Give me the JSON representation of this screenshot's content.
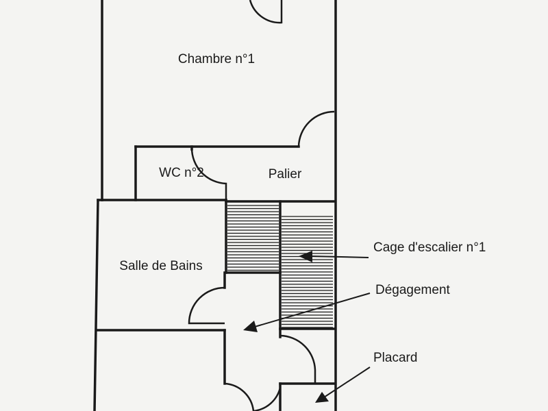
{
  "rooms": {
    "chambre": "Chambre n°1",
    "wc": "WC n°2",
    "palier": "Palier",
    "salle_de_bains": "Salle de Bains"
  },
  "annotations": {
    "cage_escalier": "Cage d'escalier n°1",
    "degagement": "Dégagement",
    "placard": "Placard"
  },
  "colors": {
    "ink": "#1a1a1a",
    "paper": "#f4f4f2"
  }
}
